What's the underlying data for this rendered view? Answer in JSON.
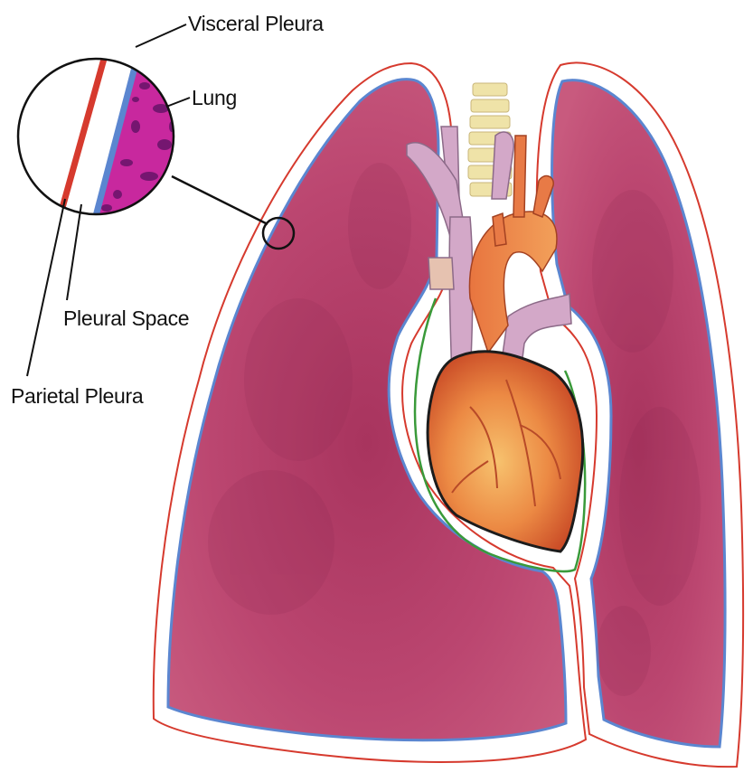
{
  "labels": {
    "visceral_pleura": "Visceral Pleura",
    "lung": "Lung",
    "pleural_space": "Pleural Space",
    "parietal_pleura": "Parietal Pleura"
  },
  "colors": {
    "lung": "#b8406a",
    "lung_dark": "#8e2a52",
    "parietal_pleura": "#d63a2e",
    "visceral_pleura": "#5b86d0",
    "pleural_space": "#ffffff",
    "lung_tissue": "#c8289e",
    "heart": "#e0643a",
    "vessels": "#cfa4c4",
    "spine": "#efe3a8",
    "pericardium": "#3a9a3a"
  }
}
